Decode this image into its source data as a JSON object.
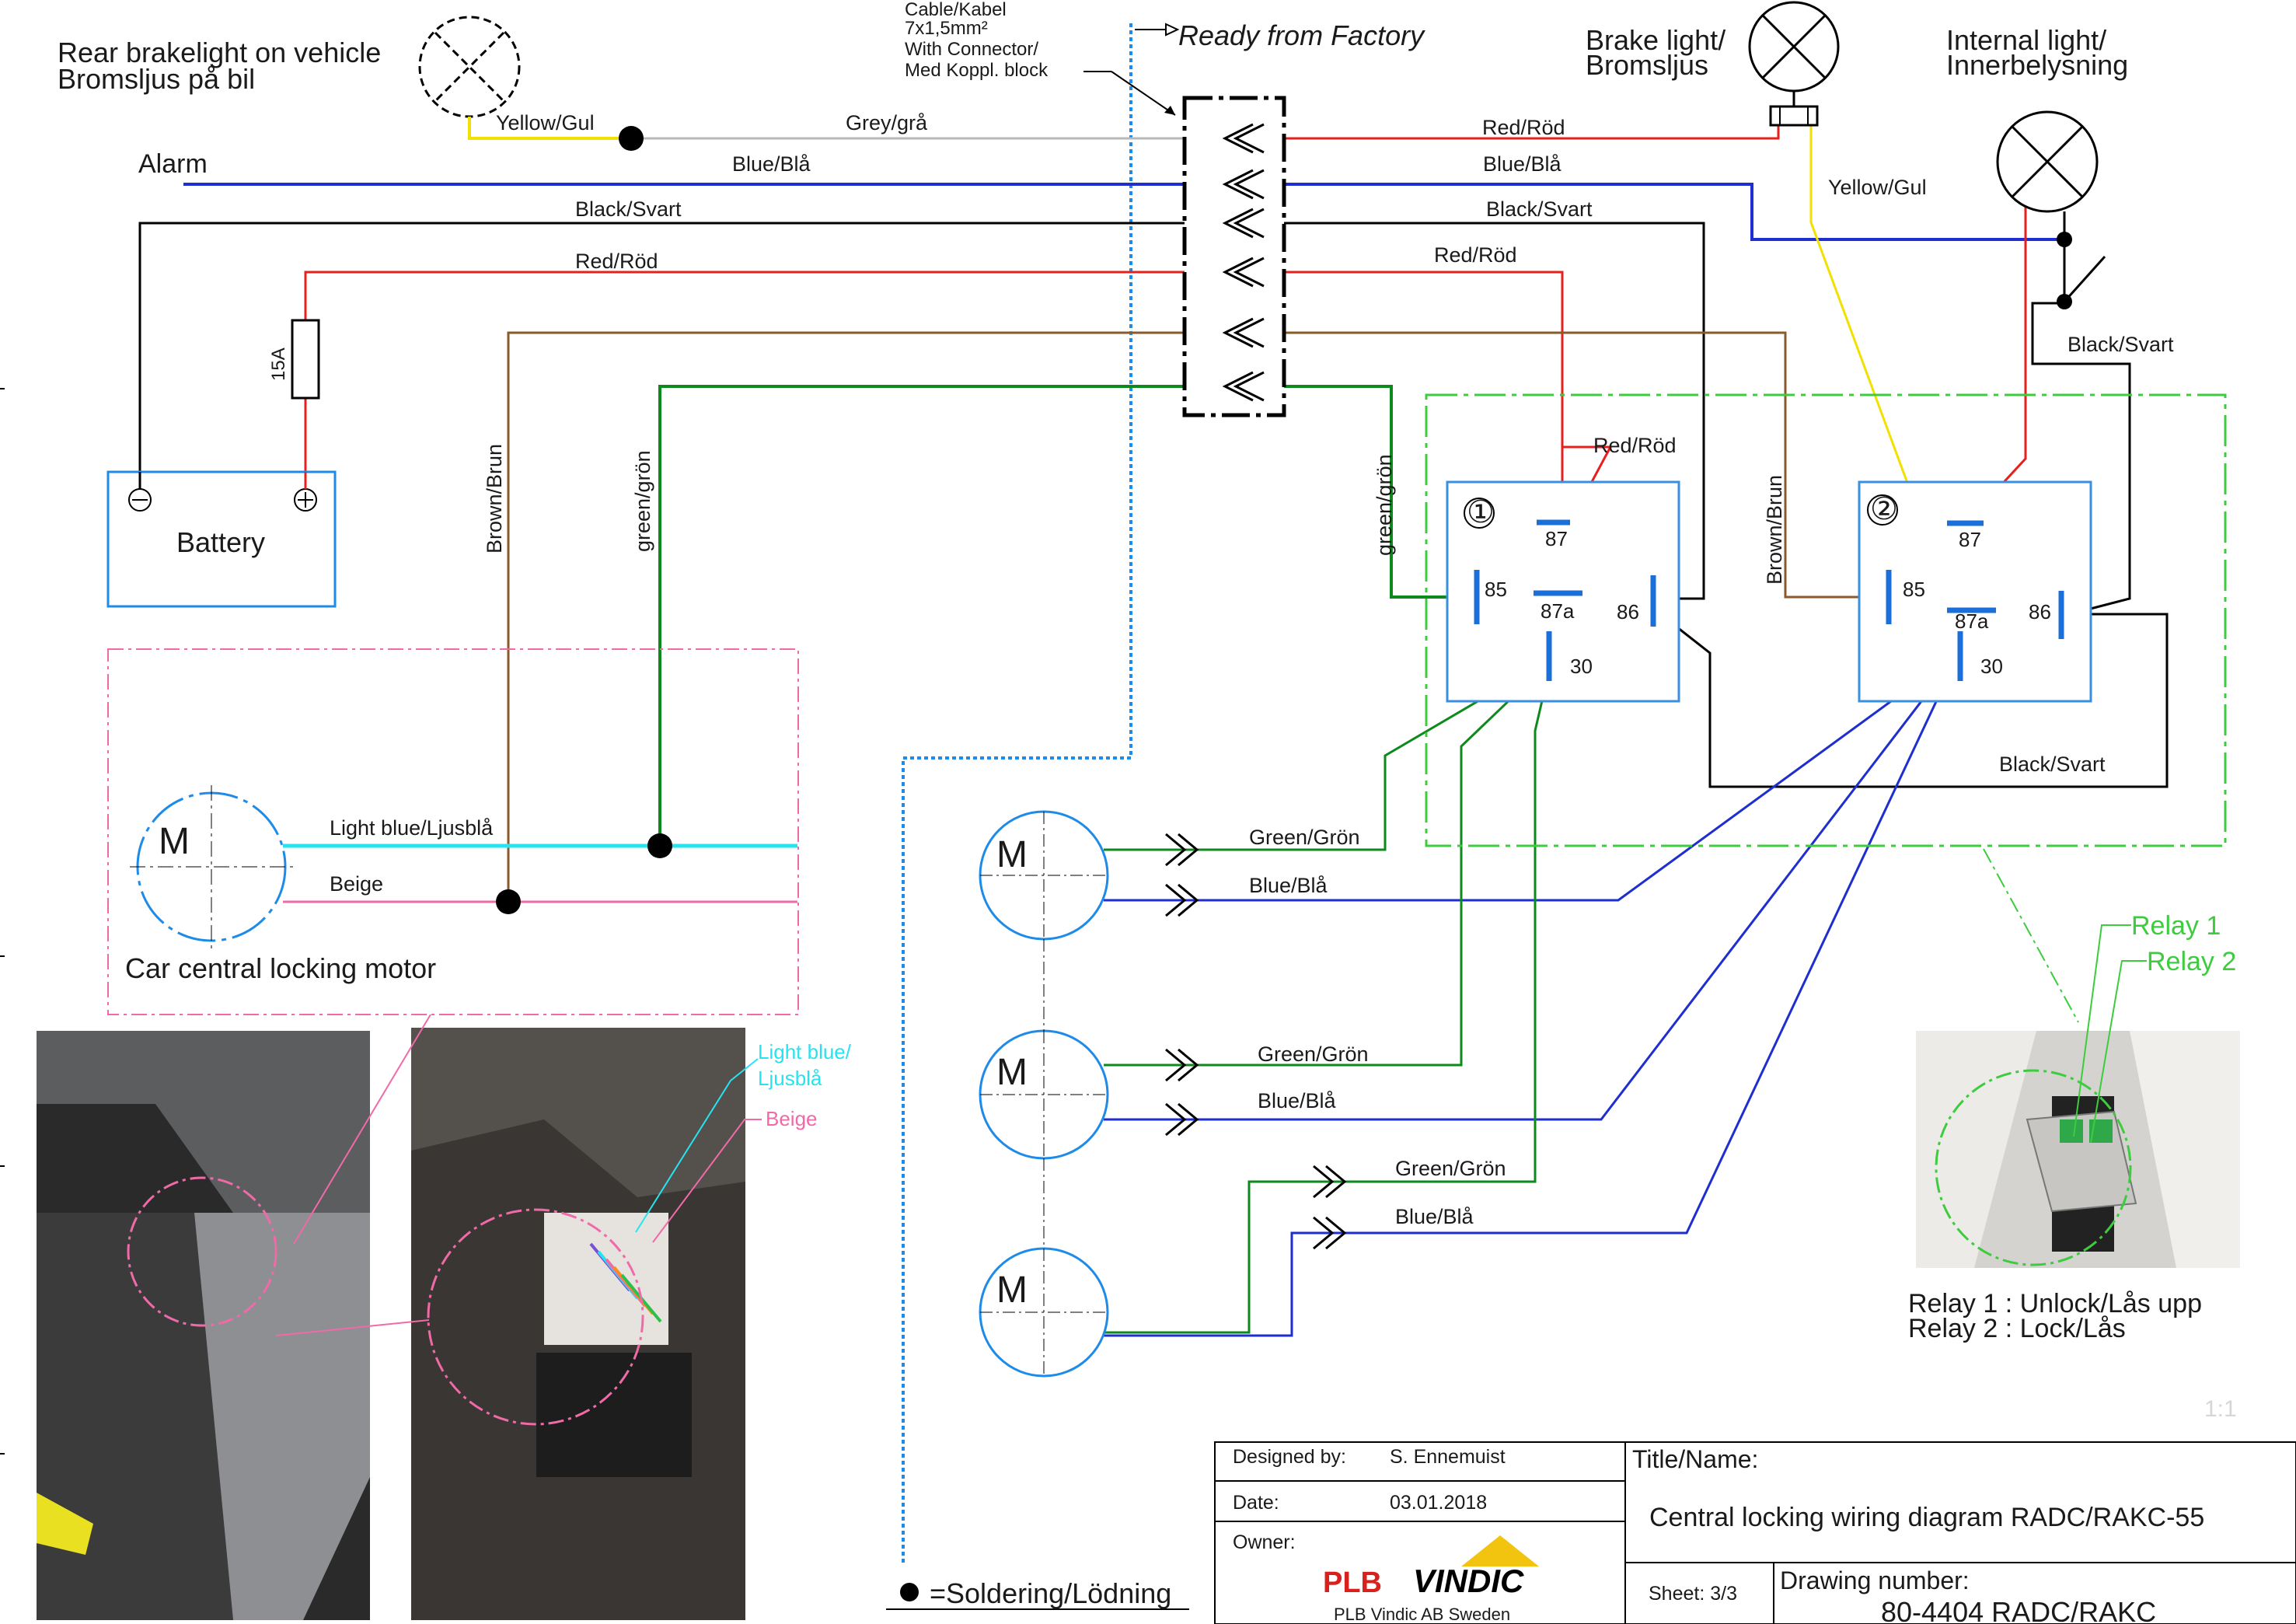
{
  "labels": {
    "rear_brakelight": [
      "Rear brakelight on vehicle",
      "Bromsljus på bil"
    ],
    "alarm": "Alarm",
    "cable_info": [
      "Cable/Kabel",
      "7x1,5mm²",
      "With Connector/",
      "Med Koppl. block"
    ],
    "ready_from_factory": "Ready from Factory",
    "brake_light": [
      "Brake light/",
      "Bromsljus"
    ],
    "internal_light": [
      "Internal light/",
      "Innerbelysning"
    ],
    "battery": "Battery",
    "fuse": "15A",
    "motor_letter": "M",
    "car_locking_motor": "Car central locking motor",
    "solder_legend": "=Soldering/Lödning",
    "relay_callout_1": "Relay 1",
    "relay_callout_2": "Relay 2",
    "relay_desc_1": "Relay 1 : Unlock/Lås upp",
    "relay_desc_2": "Relay 2 : Lock/Lås",
    "scale": "1:1",
    "photo_light_blue": [
      "Light blue/",
      "Ljusblå"
    ],
    "photo_beige": "Beige"
  },
  "wire_labels": {
    "yellow_gul": "Yellow/Gul",
    "grey_gra": "Grey/grå",
    "red_rod": "Red/Röd",
    "blue_bla": "Blue/Blå",
    "black_svart": "Black/Svart",
    "brown_brun": "Brown/Brun",
    "green_gron_lower": "green/grön",
    "green_gron": "Green/Grön",
    "light_blue": "Light blue/Ljusblå",
    "beige": "Beige"
  },
  "relays": [
    {
      "number": "①",
      "pins": [
        "87",
        "85",
        "87a",
        "86",
        "30"
      ]
    },
    {
      "number": "②",
      "pins": [
        "87",
        "85",
        "87a",
        "86",
        "30"
      ]
    }
  ],
  "title_block": {
    "designed_by_label": "Designed by:",
    "designed_by_value": "S. Ennemuist",
    "date_label": "Date:",
    "date_value": "03.01.2018",
    "owner_label": "Owner:",
    "title_label": "Title/Name:",
    "title_value": "Central locking wiring diagram RADC/RAKC-55",
    "sheet_label": "Sheet: 3/3",
    "drawing_number_label": "Drawing number:",
    "drawing_number_value": "80-4404 RADC/RAKC",
    "logo_part1": "PLB",
    "logo_part2": "VINDIC",
    "company": "PLB Vindic AB Sweden"
  },
  "colors": {
    "red": "#e8201c",
    "blue": "#1f2ecf",
    "green": "#0e8a1c",
    "brown": "#8b5a2b",
    "yellow": "#f2e100",
    "grey": "#b8b8b8",
    "light_blue": "#27e3f0",
    "pink": "#f06aa8",
    "dashed_blue": "#1f8be8",
    "relay_pin": "#1b6fd8",
    "relay_box": "#3a8fe0",
    "relay_group": "#3dcc3d"
  }
}
